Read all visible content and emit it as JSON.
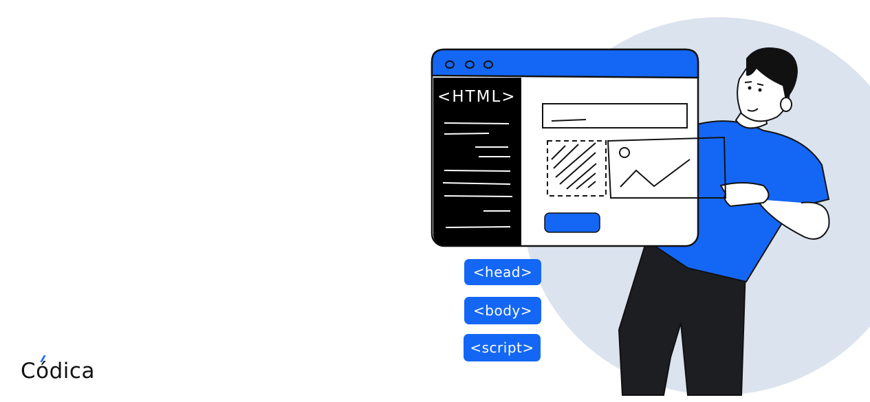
{
  "brand": {
    "logo_text_prefix": "C",
    "logo_text_o": "ó",
    "logo_text_suffix": "dica",
    "accent_color": "#1467f5"
  },
  "illustration": {
    "code_panel_title": "<HTML>",
    "tags": [
      {
        "label": "<head>"
      },
      {
        "label": "<body>"
      },
      {
        "label": "<script>"
      }
    ],
    "colors": {
      "primary_blue": "#1467f5",
      "background_circle": "#dae3ee",
      "ink": "#111111",
      "pants": "#1d1e22"
    },
    "icons": [
      "window-dots-icon",
      "image-placeholder-icon",
      "hatched-block-icon"
    ]
  }
}
